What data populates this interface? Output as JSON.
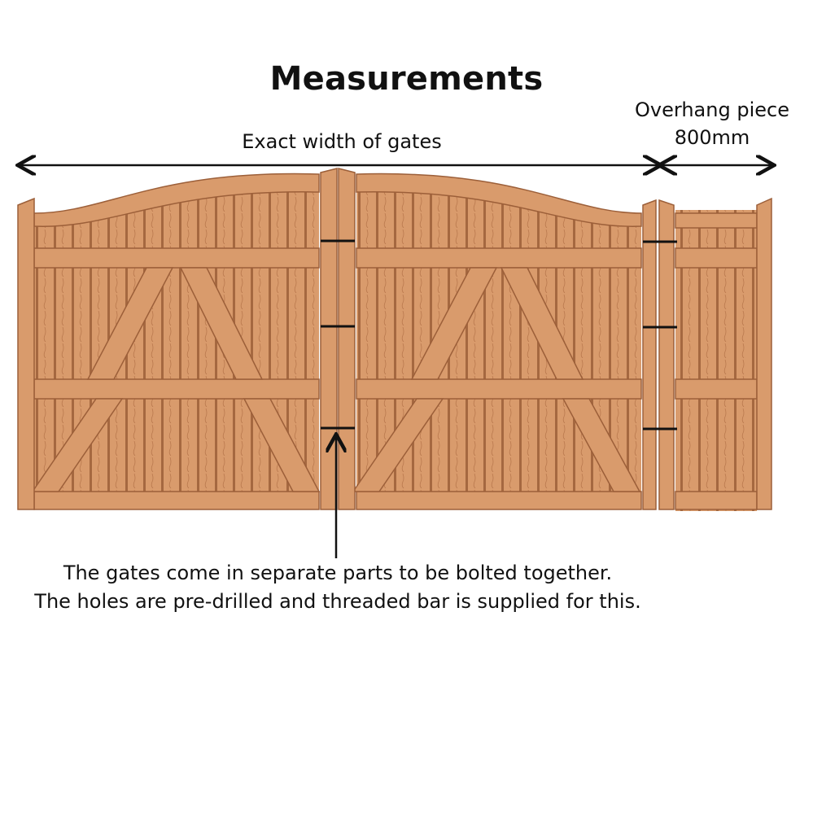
{
  "title": "Measurements",
  "dimension_labels": {
    "gates_width": "Exact width of gates",
    "overhang_name": "Overhang piece",
    "overhang_size": "800mm"
  },
  "note": {
    "line1": "The gates come in separate parts to be bolted together.",
    "line2": "The holes are pre-drilled and threaded bar is supplied for this."
  },
  "colors": {
    "wood": "#d99b6c",
    "wood_dark": "#b9784d",
    "grain": "#9c5f39",
    "ink": "#111111"
  }
}
